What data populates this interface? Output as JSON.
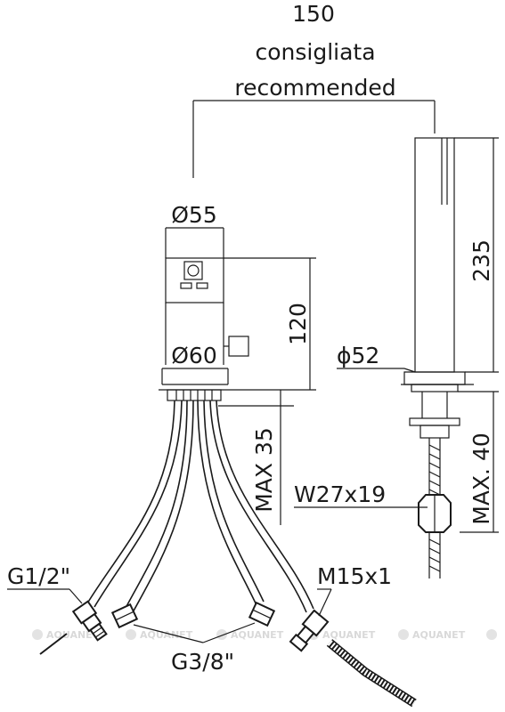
{
  "dimensions": {
    "spacing_value": "150",
    "spacing_it": "consigliata",
    "spacing_en": "recommended",
    "height_spout": "235",
    "diam_mixer_top": "Ø55",
    "height_mixer": "120",
    "diam_mixer_base": "Ø60",
    "max_mixer_deck": "MAX 35",
    "diam_spout_base": "ϕ52",
    "max_spout_deck": "MAX. 40",
    "spout_thread": "W27x19",
    "hose_thread": "M15x1",
    "inlet_left": "G1/2\"",
    "inlet_pair": "G3/8\""
  },
  "watermark": "AQUANET"
}
